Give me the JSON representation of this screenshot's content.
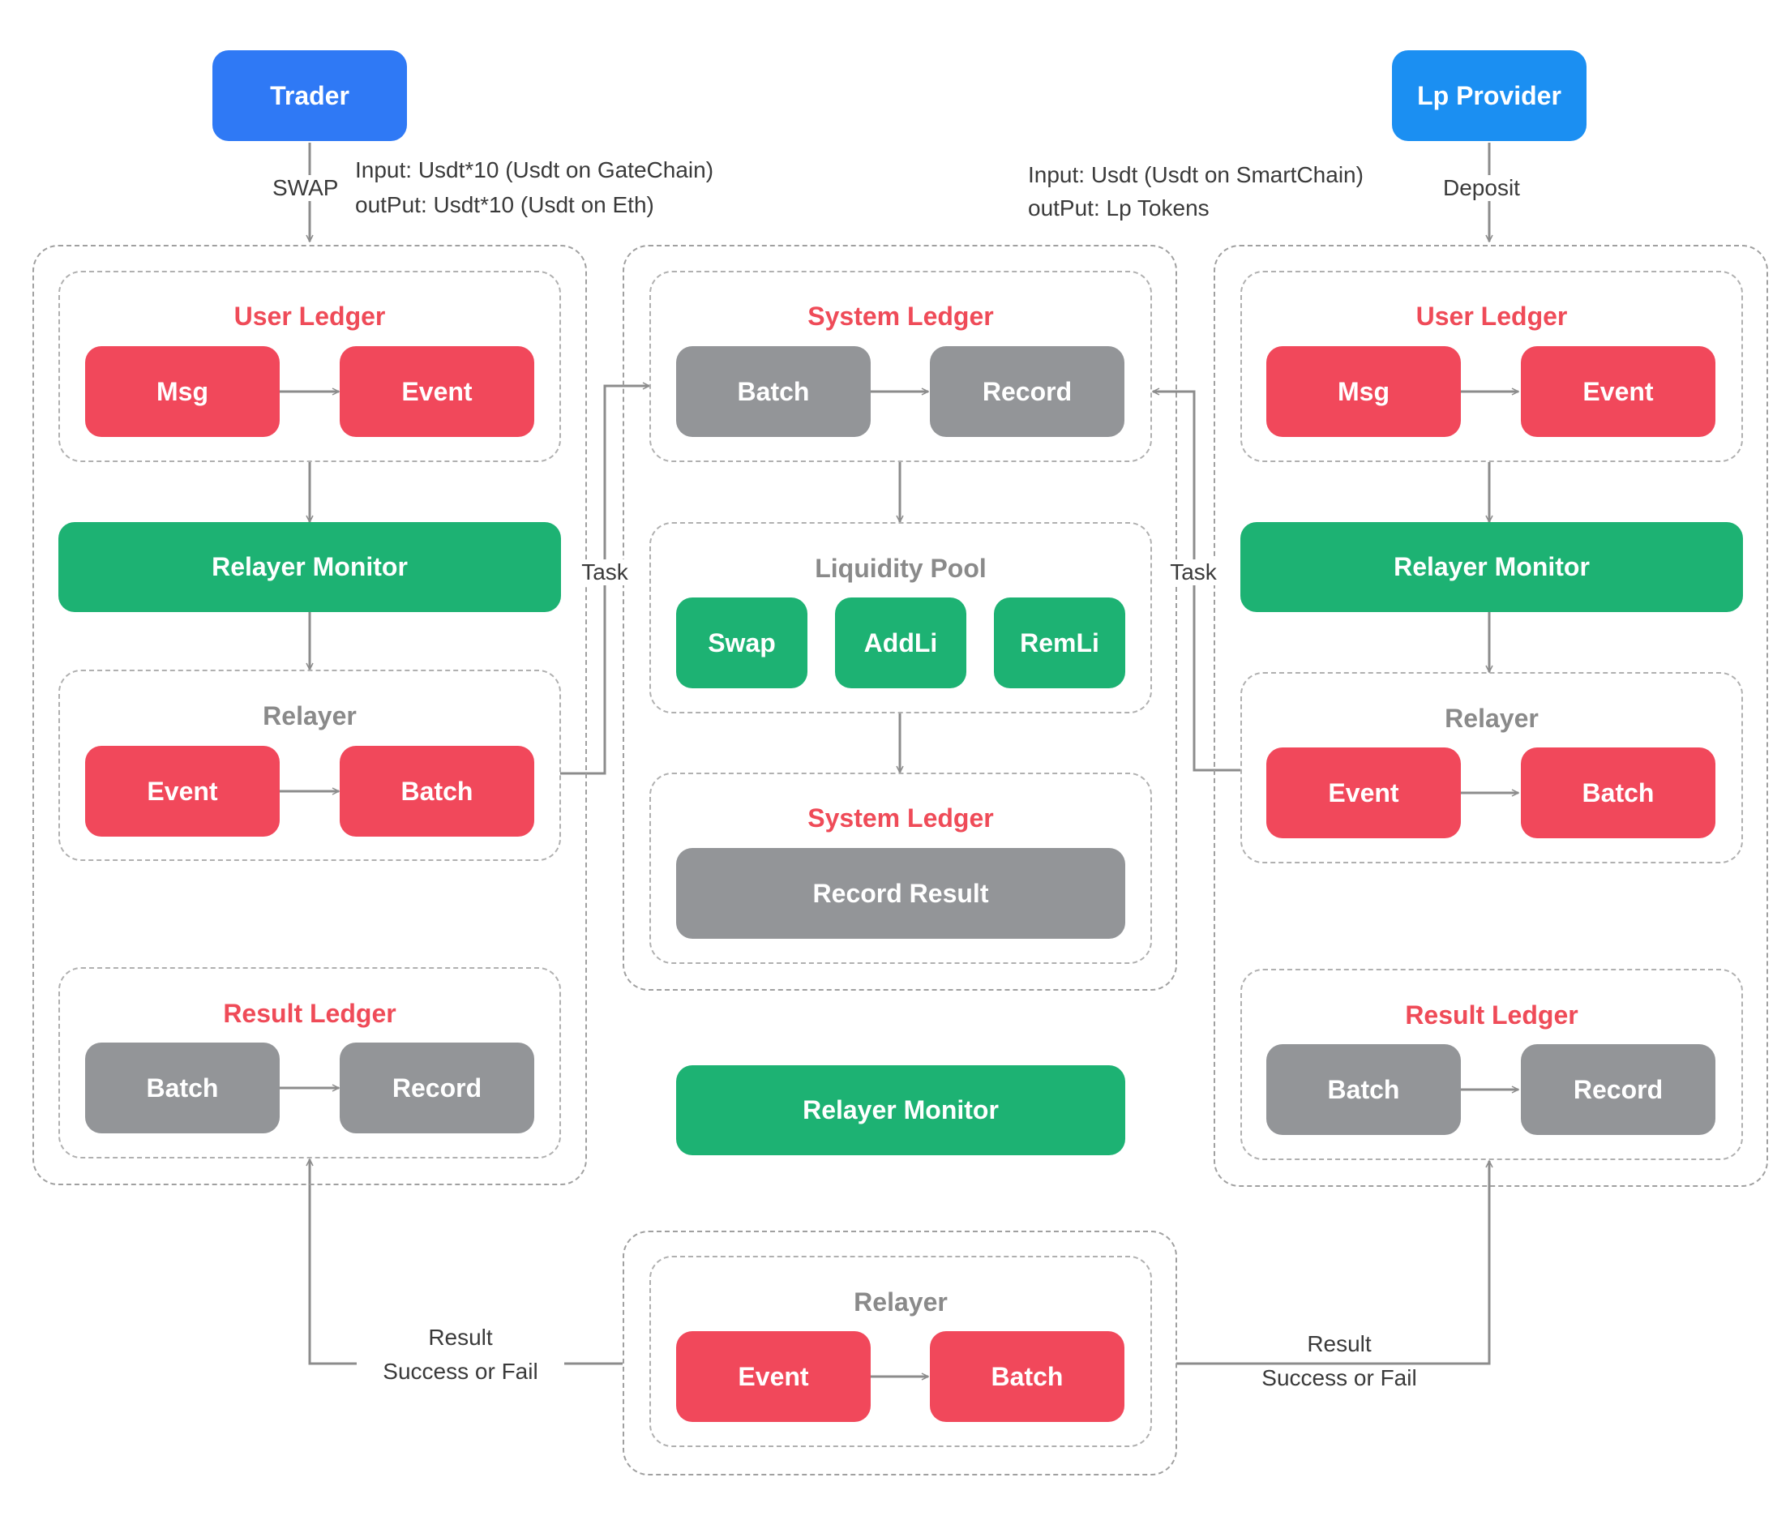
{
  "actors": {
    "trader": "Trader",
    "lp_provider": "Lp Provider"
  },
  "edges": {
    "swap": "SWAP",
    "deposit": "Deposit",
    "task_left": "Task",
    "task_right": "Task",
    "result_left": [
      "Result",
      "Success or Fail"
    ],
    "result_right": [
      "Result",
      "Success or Fail"
    ]
  },
  "io": {
    "trader_input": "Input: Usdt*10 (Usdt on GateChain)",
    "trader_output": "outPut: Usdt*10 (Usdt on Eth)",
    "lp_input": "Input: Usdt (Usdt on SmartChain)",
    "lp_output": "outPut: Lp Tokens"
  },
  "left": {
    "user_ledger": {
      "title": "User Ledger",
      "a": "Msg",
      "b": "Event"
    },
    "monitor": "Relayer Monitor",
    "relayer": {
      "title": "Relayer",
      "a": "Event",
      "b": "Batch"
    },
    "result_ledger": {
      "title": "Result Ledger",
      "a": "Batch",
      "b": "Record"
    }
  },
  "center": {
    "system_ledger": {
      "title": "System Ledger",
      "a": "Batch",
      "b": "Record"
    },
    "pool": {
      "title": "Liquidity Pool",
      "a": "Swap",
      "b": "AddLi",
      "c": "RemLi"
    },
    "system_ledger2": {
      "title": "System Ledger",
      "a": "Record Result"
    },
    "monitor": "Relayer Monitor",
    "relayer": {
      "title": "Relayer",
      "a": "Event",
      "b": "Batch"
    }
  },
  "right": {
    "user_ledger": {
      "title": "User Ledger",
      "a": "Msg",
      "b": "Event"
    },
    "monitor": "Relayer Monitor",
    "relayer": {
      "title": "Relayer",
      "a": "Event",
      "b": "Batch"
    },
    "result_ledger": {
      "title": "Result Ledger",
      "a": "Batch",
      "b": "Record"
    }
  },
  "colors": {
    "red": "#f1485b",
    "gray": "#939598",
    "green": "#1db273",
    "blue": "#2f79f5",
    "sky": "#1b8ff2",
    "title_red": "#ef4b58",
    "line": "#8c8c8c"
  }
}
